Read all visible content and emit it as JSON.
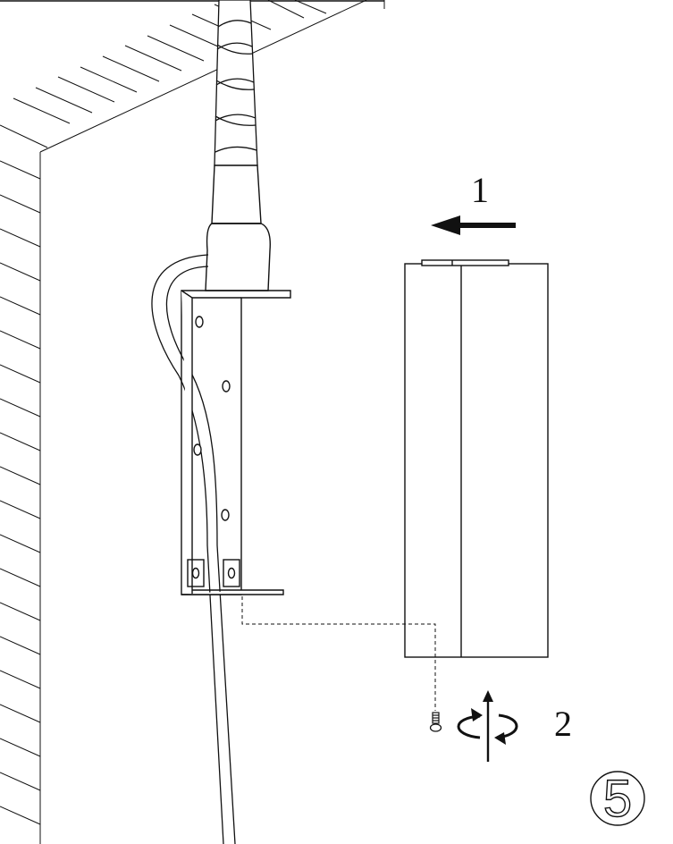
{
  "steps": {
    "slide": "1",
    "screw": "2"
  },
  "figure_number": "5",
  "colors": {
    "line": "#111111",
    "background": "#ffffff"
  }
}
